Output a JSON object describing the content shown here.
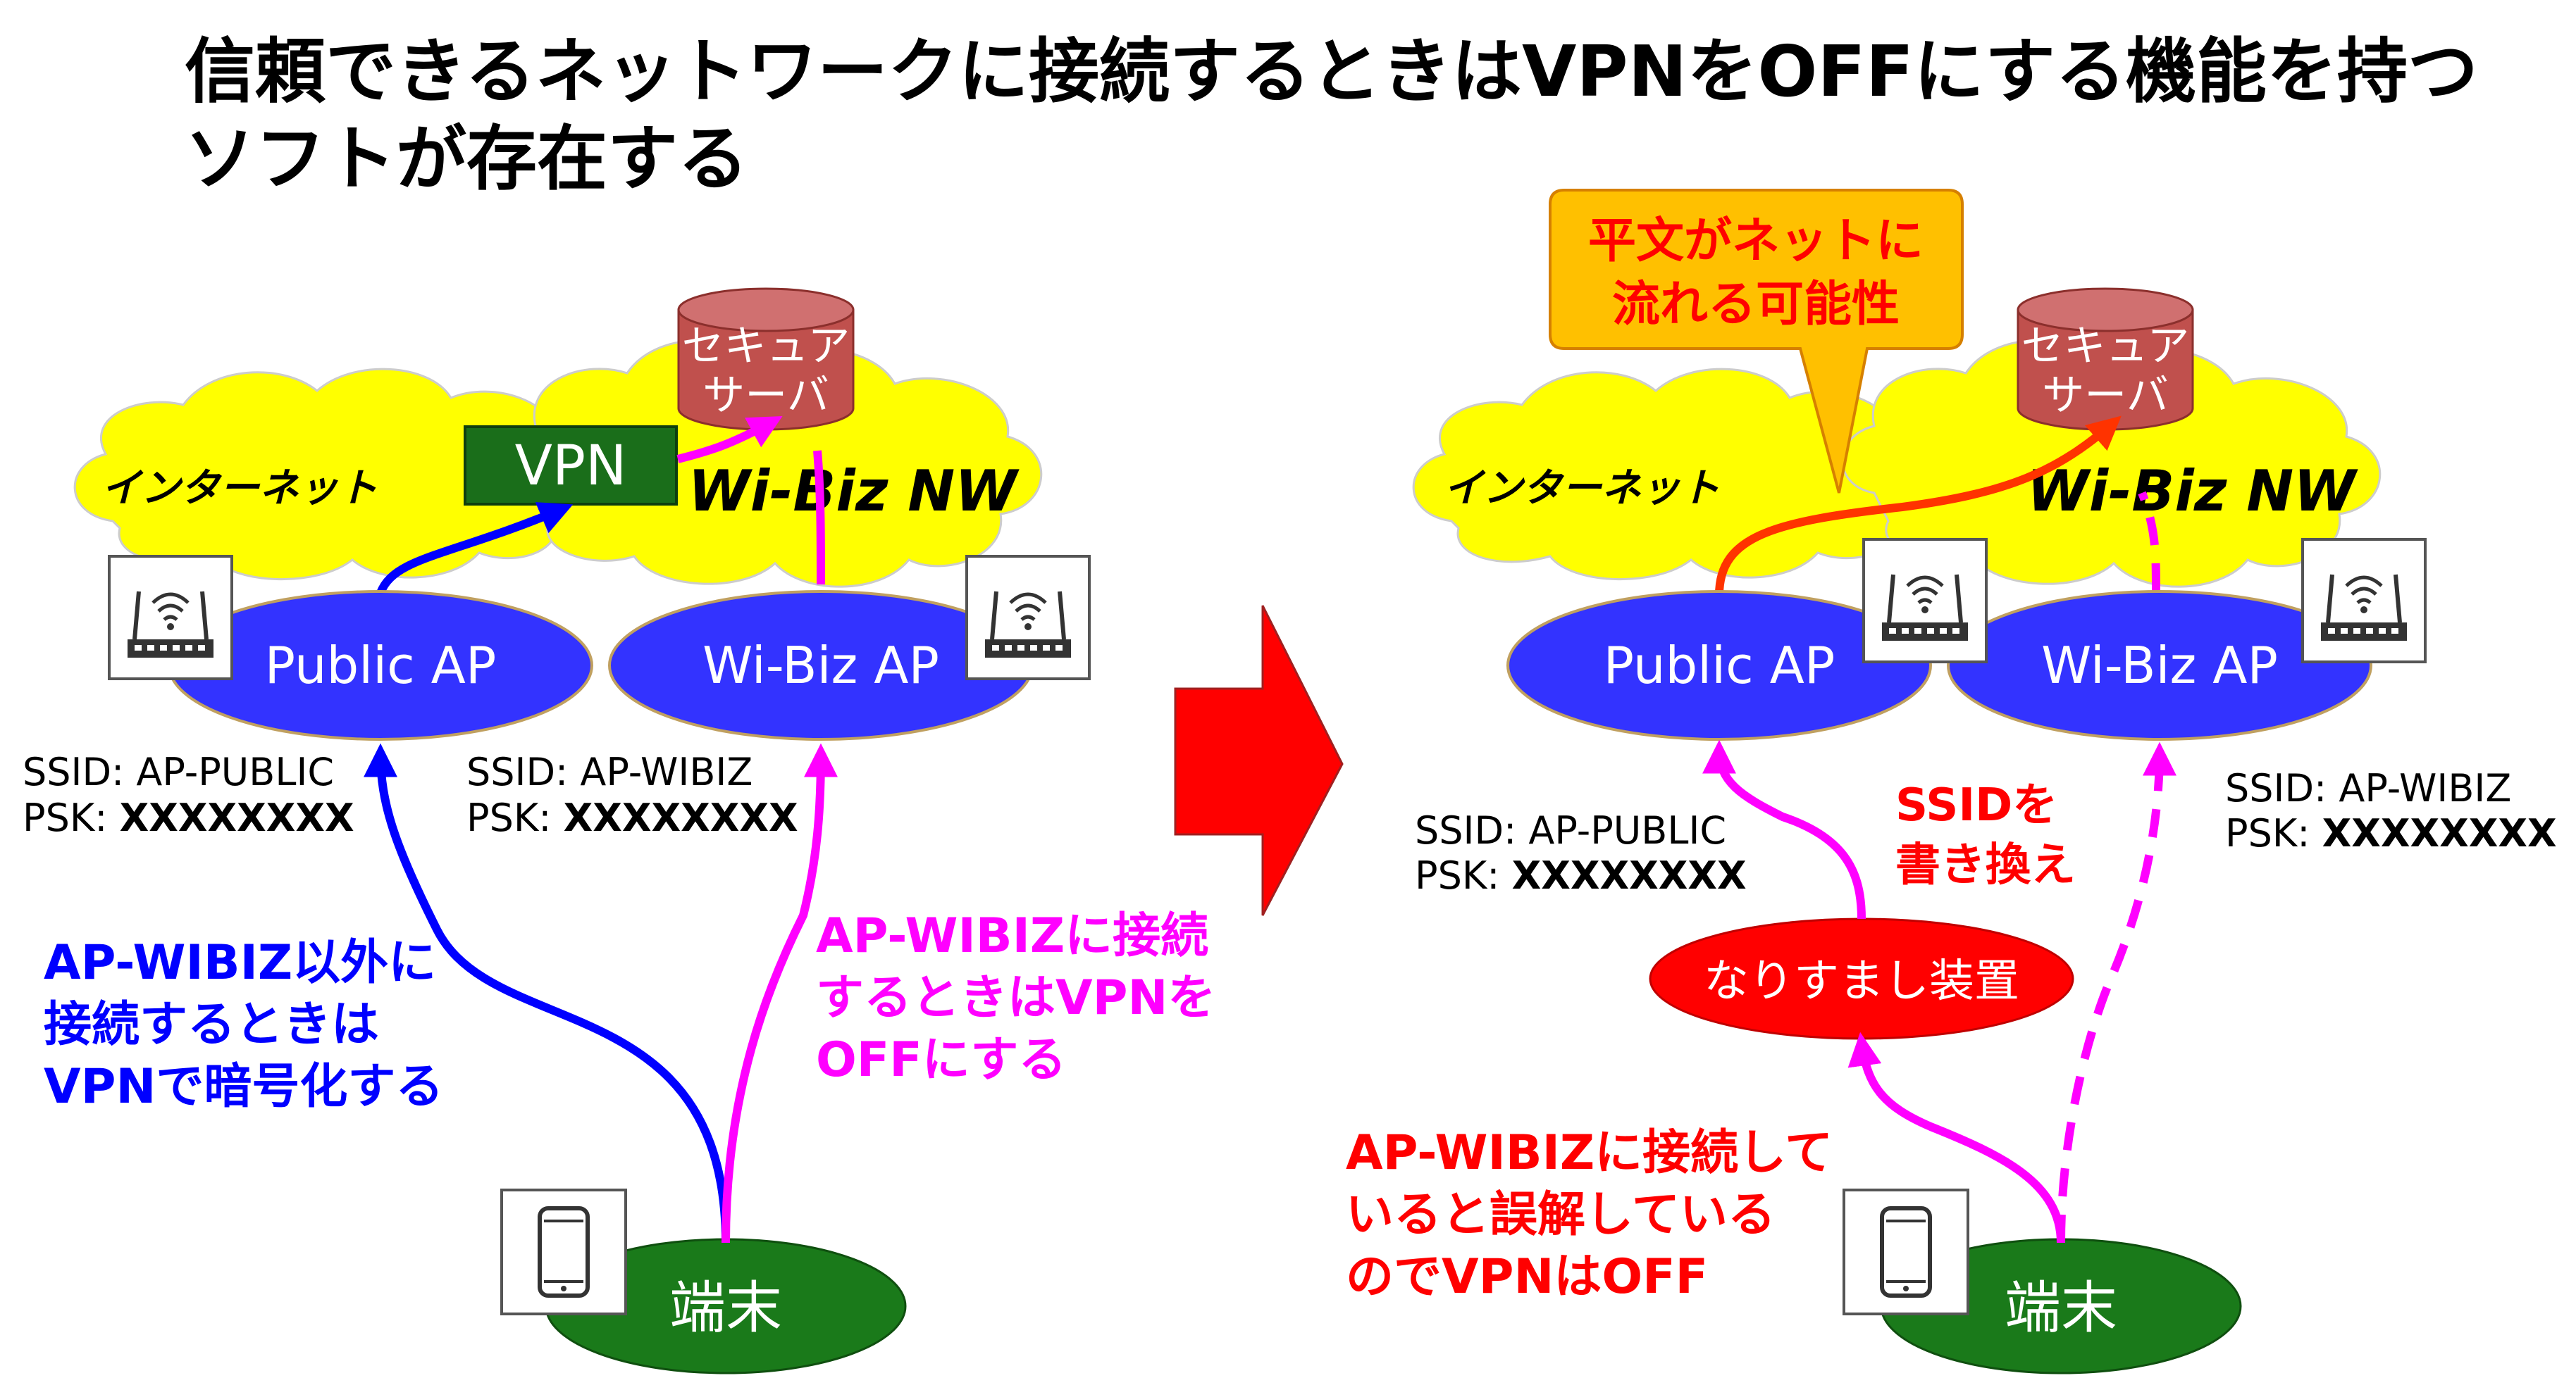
{
  "title": {
    "line1": "信頼できるネットワークに接続するときはVPNをOFFにする機能を持つ",
    "line2": "ソフトが存在する"
  },
  "left": {
    "internet": "インターネット",
    "wibiz_nw": "Wi-Biz NW",
    "secure_server": [
      "セキュア",
      "サーバ"
    ],
    "vpn": "VPN",
    "public_ap": "Public AP",
    "wibiz_ap": "Wi-Biz AP",
    "ssid_public": "SSID: AP-PUBLIC",
    "psk_public_label": "PSK: ",
    "psk_public_value": "XXXXXXXX",
    "ssid_wibiz": "SSID: AP-WIBIZ",
    "psk_wibiz_label": "PSK: ",
    "psk_wibiz_value": "XXXXXXXX",
    "blue_note": [
      "AP-WIBIZ以外に",
      "接続するときは",
      "VPNで暗号化する"
    ],
    "magenta_note": [
      "AP-WIBIZに接続",
      "するときはVPNを",
      "OFFにする"
    ],
    "terminal": "端末"
  },
  "right": {
    "callout": [
      "平文がネットに",
      "流れる可能性"
    ],
    "internet": "インターネット",
    "wibiz_nw": "Wi-Biz NW",
    "secure_server": [
      "セキュア",
      "サーバ"
    ],
    "public_ap": "Public AP",
    "wibiz_ap": "Wi-Biz AP",
    "ssid_public": "SSID: AP-PUBLIC",
    "psk_public_label": "PSK: ",
    "psk_public_value": "XXXXXXXX",
    "ssid_wibiz": "SSID: AP-WIBIZ",
    "psk_wibiz_label": "PSK: ",
    "psk_wibiz_value": "XXXXXXXX",
    "ssid_rewrite": [
      "SSIDを",
      "書き換え"
    ],
    "spoofer": "なりすまし装置",
    "red_note": [
      "AP-WIBIZに接続して",
      "いると誤解している",
      "のでVPNはOFF"
    ],
    "terminal": "端末"
  },
  "colors": {
    "cloud": "#ffff00",
    "ap": "#3333ff",
    "terminal": "#1a7a1a",
    "vpn_box": "#1a6e1a",
    "server": "#c0504d",
    "blue_line": "#0000ff",
    "magenta_line": "#ff00ff",
    "red_line": "#ff3300",
    "red_text": "#ff0000",
    "callout_fill": "#ffc000",
    "arrow": "#ff0000"
  },
  "icons": [
    "router-icon",
    "phone-icon",
    "database-icon",
    "big-right-arrow"
  ]
}
